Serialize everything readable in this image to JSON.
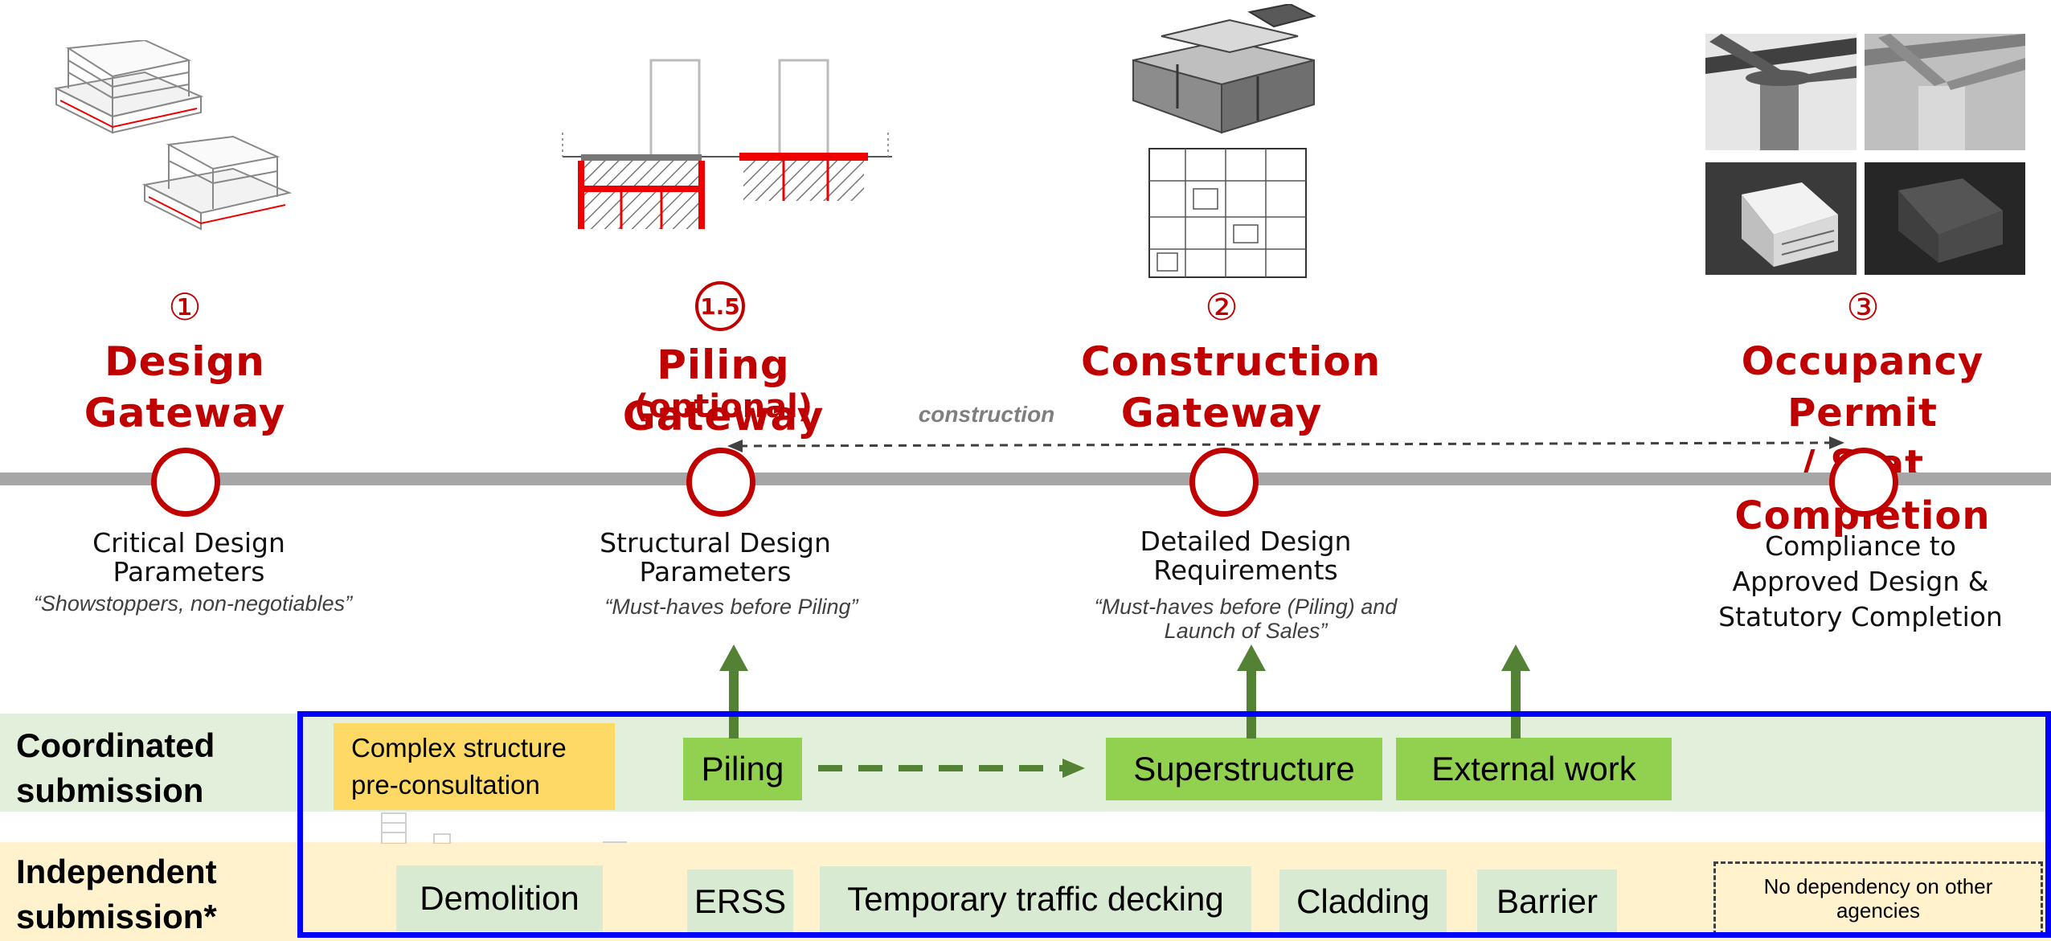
{
  "gateways": [
    {
      "number": "①",
      "title_line1": "Design",
      "title_line2": "Gateway",
      "subtitle": "",
      "desc_line1": "Critical Design",
      "desc_line2": "Parameters",
      "desc_line3": "",
      "quote_line1": "“Showstoppers, non-negotiables”",
      "quote_line2": ""
    },
    {
      "number": "1.5",
      "title_line1": "Piling Gateway",
      "title_line2": "",
      "subtitle": "(optional)",
      "desc_line1": "Structural Design",
      "desc_line2": "Parameters",
      "desc_line3": "",
      "quote_line1": "“Must-haves before Piling”",
      "quote_line2": ""
    },
    {
      "number": "②",
      "title_line1": "Construction",
      "title_line2": "Gateway",
      "subtitle": "",
      "desc_line1": "Detailed Design",
      "desc_line2": "Requirements",
      "desc_line3": "",
      "quote_line1": "“Must-haves before (Piling) and",
      "quote_line2": "Launch of Sales”"
    },
    {
      "number": "③",
      "title_line1": "Occupancy Permit",
      "title_line2": "/ Stat Completion",
      "subtitle": "",
      "desc_line1": "Compliance to",
      "desc_line2": "Approved Design &",
      "desc_line3": "Statutory Completion",
      "quote_line1": "",
      "quote_line2": ""
    }
  ],
  "construction_label": "construction",
  "rows": {
    "coordinated_line1": "Coordinated",
    "coordinated_line2": "submission",
    "independent_line1": "Independent",
    "independent_line2": "submission*"
  },
  "coordinated_boxes": {
    "pre_consult_line1": "Complex structure",
    "pre_consult_line2": "pre-consultation",
    "piling": "Piling",
    "superstructure": "Superstructure",
    "external_work": "External work"
  },
  "independent_boxes": {
    "demolition": "Demolition",
    "erss": "ERSS",
    "decking": "Temporary traffic decking",
    "cladding": "Cladding",
    "barrier": "Barrier"
  },
  "note_line1": "No dependency on other",
  "note_line2": "agencies",
  "colors": {
    "gateway_red": "#c00000",
    "timeline_grey": "#a6a6a6",
    "arrow_green": "#548235",
    "box_green": "#92d050",
    "coordinated_band": "#e2efda",
    "independent_band": "#fff2cc",
    "frame_blue": "#0000ff"
  }
}
